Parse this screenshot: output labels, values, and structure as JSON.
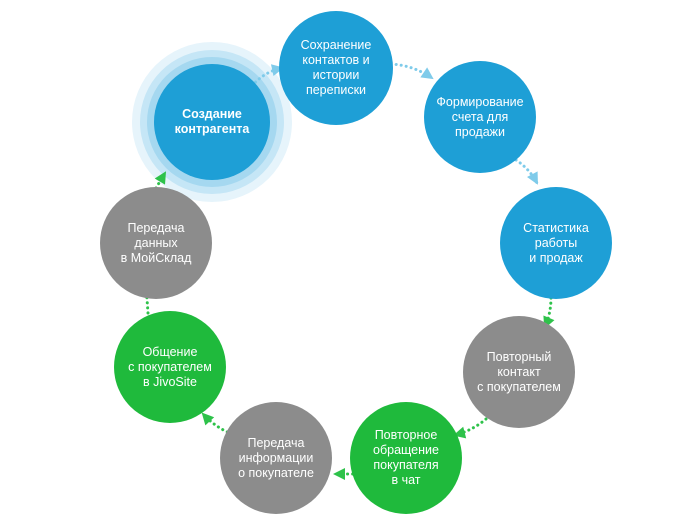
{
  "colors": {
    "blue": "#1e9fd6",
    "green": "#1fba3c",
    "gray": "#8c8c8c",
    "halo_outer": "#e6f4fb",
    "halo_mid": "#c5e6f6",
    "halo_inner": "#a5d8f0",
    "arrow_blue": "#7fcbea",
    "arrow_green": "#2ec24a"
  },
  "nodes": [
    {
      "id": "sozdanie-kontragenta",
      "label": "Создание\nконтрагента",
      "color": "blue",
      "bold": true,
      "highlight": true
    },
    {
      "id": "sohranenie-kontaktov",
      "label": "Сохранение\nконтактов и\nистории\nпереписки",
      "color": "blue"
    },
    {
      "id": "formirovanie-scheta",
      "label": "Формирование\nсчета для\nпродажи",
      "color": "blue"
    },
    {
      "id": "statistika",
      "label": "Статистика\nработы\nи продаж",
      "color": "blue"
    },
    {
      "id": "povtorny-kontakt",
      "label": "Повторный\nконтакт\nс покупателем",
      "color": "gray"
    },
    {
      "id": "povtornoe-obraschenie",
      "label": "Повторное\nобращение\nпокупателя\nв чат",
      "color": "green"
    },
    {
      "id": "peredacha-informatsii",
      "label": "Передача\nинформации\nо покупателе",
      "color": "gray"
    },
    {
      "id": "obschenie",
      "label": "Общение\nс покупателем\nв JivoSite",
      "color": "green"
    },
    {
      "id": "peredacha-dannyh",
      "label": "Передача\nданных\nв МойСклад",
      "color": "gray"
    }
  ],
  "arrows": [
    {
      "from": "sozdanie-kontragenta",
      "to": "sohranenie-kontaktov",
      "color": "arrow_blue"
    },
    {
      "from": "sohranenie-kontaktov",
      "to": "formirovanie-scheta",
      "color": "arrow_blue"
    },
    {
      "from": "formirovanie-scheta",
      "to": "statistika",
      "color": "arrow_blue"
    },
    {
      "from": "statistika",
      "to": "povtorny-kontakt",
      "color": "arrow_green"
    },
    {
      "from": "povtorny-kontakt",
      "to": "povtornoe-obraschenie",
      "color": "arrow_green"
    },
    {
      "from": "povtornoe-obraschenie",
      "to": "peredacha-informatsii",
      "color": "arrow_green"
    },
    {
      "from": "peredacha-informatsii",
      "to": "obschenie",
      "color": "arrow_green"
    },
    {
      "from": "obschenie",
      "to": "peredacha-dannyh",
      "color": "arrow_green"
    },
    {
      "from": "peredacha-dannyh",
      "to": "sozdanie-kontragenta",
      "color": "arrow_green"
    }
  ]
}
